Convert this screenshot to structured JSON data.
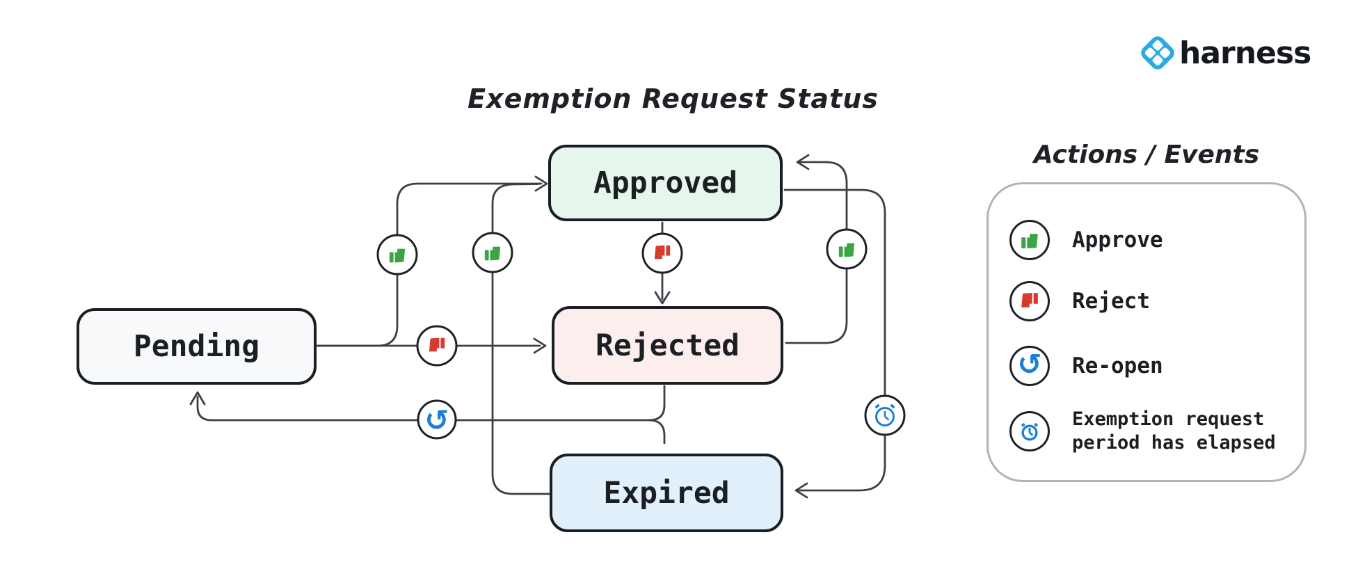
{
  "brand": {
    "name": "harness",
    "logo_icon": "harness-diamond-logo",
    "logo_color": "#29abe2",
    "text_color": "#15181c"
  },
  "diagram": {
    "title": "Exemption Request Status",
    "states": [
      {
        "label": "Pending",
        "fill": "#f7f9fa"
      },
      {
        "label": "Approved",
        "fill": "#e7f6ec"
      },
      {
        "label": "Rejected",
        "fill": "#fdeeee"
      },
      {
        "label": "Expired",
        "fill": "#e2f0fb"
      }
    ],
    "transitions": [
      {
        "from": "Pending",
        "to": "Approved",
        "action": "Approve"
      },
      {
        "from": "Pending",
        "to": "Rejected",
        "action": "Reject"
      },
      {
        "from": "Approved",
        "to": "Rejected",
        "action": "Reject"
      },
      {
        "from": "Rejected",
        "to": "Approved",
        "action": "Approve"
      },
      {
        "from": "Expired",
        "to": "Approved",
        "action": "Approve"
      },
      {
        "from": "Rejected",
        "to": "Pending",
        "action": "Re-open"
      },
      {
        "from": "Expired",
        "to": "Pending",
        "action": "Re-open"
      },
      {
        "from": "Approved",
        "to": "Expired",
        "action": "Exemption request period has elapsed"
      }
    ]
  },
  "legend": {
    "title": "Actions / Events",
    "items": [
      {
        "icon": "thumbs-up-icon",
        "color": "#3ba543",
        "label": "Approve"
      },
      {
        "icon": "thumbs-down-icon",
        "color": "#d63c2e",
        "label": "Reject"
      },
      {
        "icon": "rotate-ccw-icon",
        "color": "#1c7ed6",
        "label": "Re-open"
      },
      {
        "icon": "stopwatch-icon",
        "color": "#1c7ed6",
        "label": "Exemption request period has elapsed"
      }
    ]
  },
  "colors": {
    "background": "#ffffff",
    "box_border": "#1a1e22",
    "edge_line": "#3a4046",
    "legend_border": "#aeb4b9",
    "approve_green": "#3ba543",
    "reject_red": "#d63c2e",
    "action_blue": "#1c7ed6"
  }
}
